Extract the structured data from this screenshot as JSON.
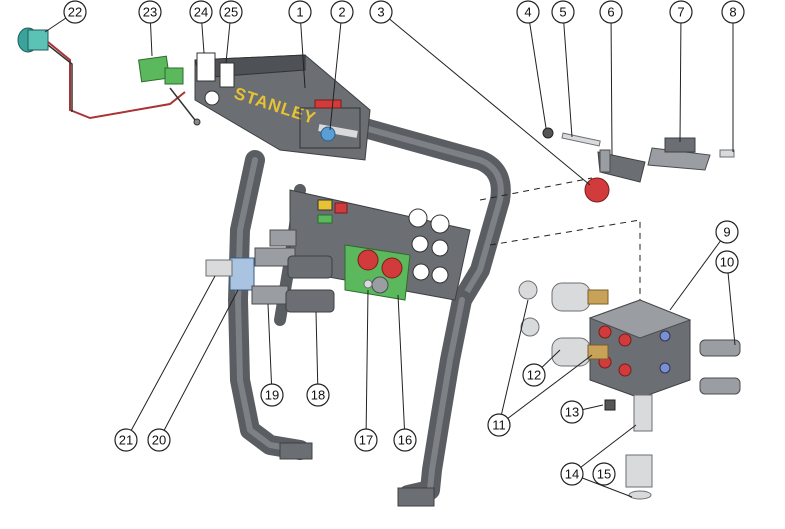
{
  "diagram": {
    "brand_label": "STANLEY",
    "colors": {
      "frame": "#5a5d61",
      "panel": "#6b6e72",
      "accent_red": "#d13b3b",
      "accent_green": "#5cb85c",
      "brand_yellow": "#e7c232",
      "brass": "#c9a25a",
      "chrome": "#d9dadc"
    },
    "callouts": [
      {
        "label": "1"
      },
      {
        "label": "2"
      },
      {
        "label": "3"
      },
      {
        "label": "4"
      },
      {
        "label": "5"
      },
      {
        "label": "6"
      },
      {
        "label": "7"
      },
      {
        "label": "8"
      },
      {
        "label": "9"
      },
      {
        "label": "10"
      },
      {
        "label": "11"
      },
      {
        "label": "12"
      },
      {
        "label": "13"
      },
      {
        "label": "14"
      },
      {
        "label": "15"
      },
      {
        "label": "16"
      },
      {
        "label": "17"
      },
      {
        "label": "18"
      },
      {
        "label": "19"
      },
      {
        "label": "20"
      },
      {
        "label": "21"
      },
      {
        "label": "22"
      },
      {
        "label": "23"
      },
      {
        "label": "24"
      },
      {
        "label": "25"
      }
    ]
  }
}
